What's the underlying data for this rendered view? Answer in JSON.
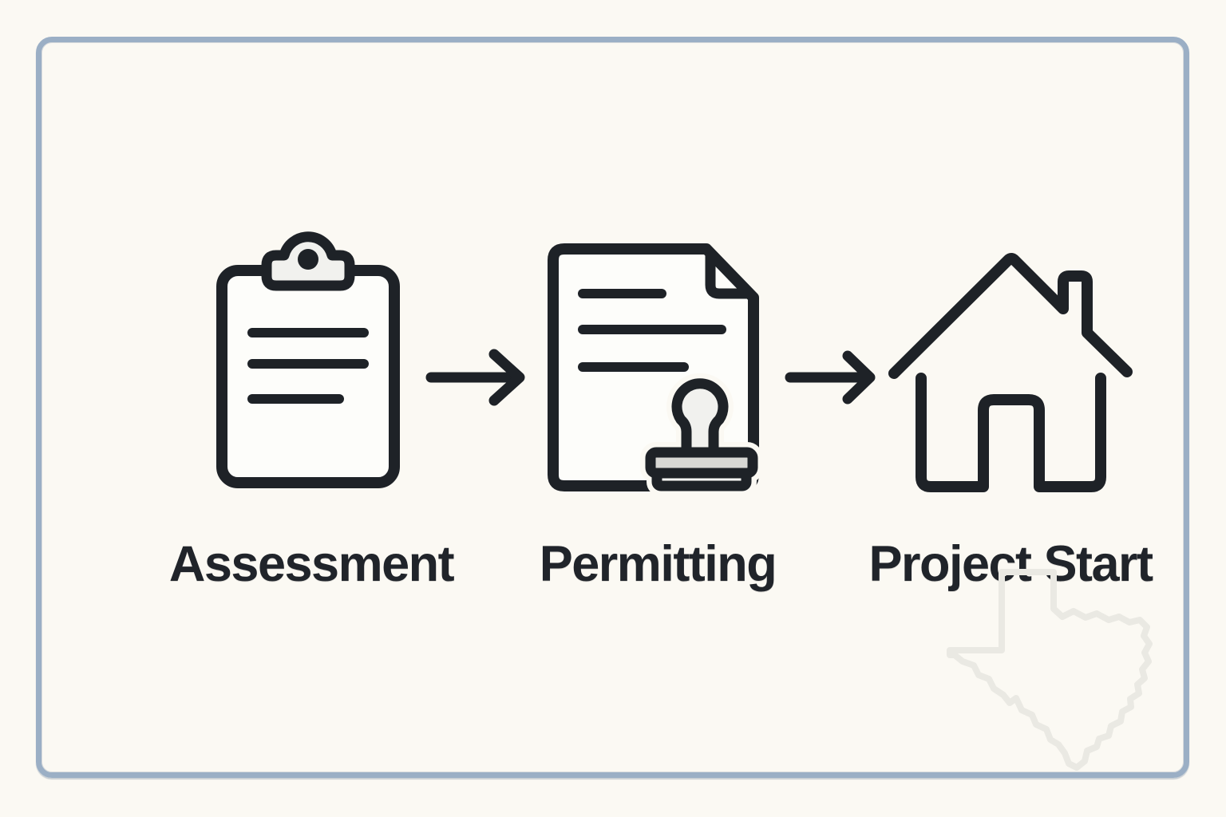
{
  "process": {
    "steps": [
      {
        "label": "Assessment",
        "icon": "clipboard-icon"
      },
      {
        "label": "Permitting",
        "icon": "document-stamp-icon"
      },
      {
        "label": "Project Start",
        "icon": "house-icon"
      }
    ],
    "connectors": [
      "arrow-right",
      "arrow-right"
    ],
    "watermark": "texas-outline"
  },
  "colors": {
    "background": "#fbf9f3",
    "card_border": "#9bafc5",
    "line": "#1e2227",
    "text": "#20242a",
    "paper_fill": "#fdfdfa",
    "light_fill": "#f1f1ee",
    "gray_fill": "#d8d8d4",
    "watermark": "#eae9e3"
  }
}
